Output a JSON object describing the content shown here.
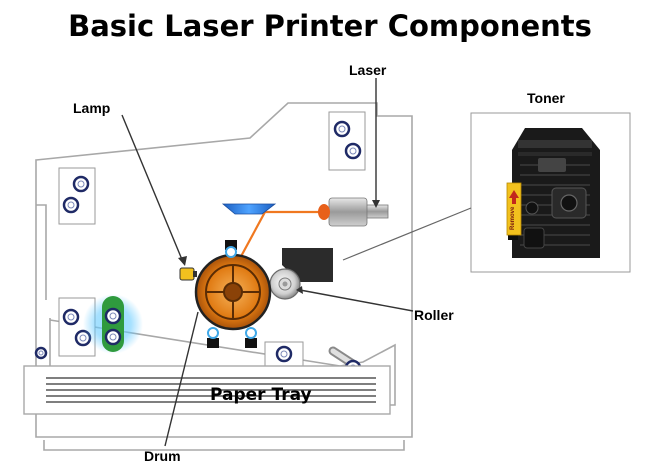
{
  "title": "Basic Laser Printer Components",
  "labels": {
    "laser": "Laser",
    "lamp": "Lamp",
    "toner": "Toner",
    "roller": "Roller",
    "drum": "Drum",
    "paper_tray": "Paper Tray",
    "toner_sticker": "Remove"
  },
  "colors": {
    "drum_orange": "#e07a12",
    "laser_beam": "#f07820",
    "mirror_blue": "#2a7de0",
    "fuser_green": "#2f9a3e",
    "fuser_glow": "#5fc8ff",
    "pin_navy": "#1f2a66",
    "outline_gray": "#a8a8a8"
  }
}
